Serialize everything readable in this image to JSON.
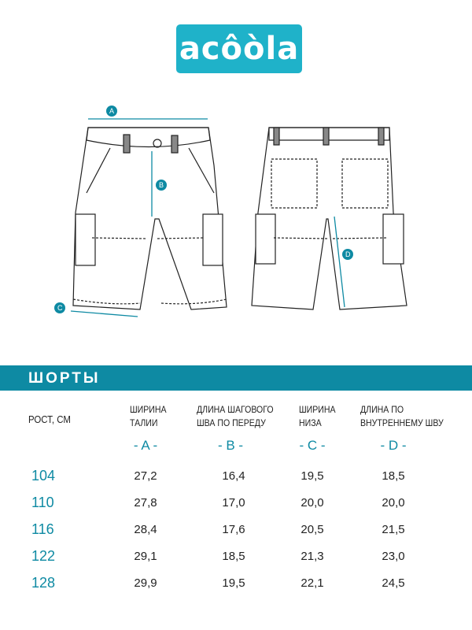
{
  "brand": {
    "logo_text": "acôòla",
    "color": "#1fb2c9"
  },
  "markers": [
    "A",
    "B",
    "C",
    "D"
  ],
  "section_title": "ШОРТЫ",
  "accent_color": "#0e8aa3",
  "table": {
    "size_header": "РОСТ, СМ",
    "columns": [
      {
        "title_line1": "ШИРИНА",
        "title_line2": "ТАЛИИ",
        "letter": "- A -"
      },
      {
        "title_line1": "ДЛИНА ШАГОВОГО",
        "title_line2": "ШВА ПО ПЕРЕДУ",
        "letter": "- B -"
      },
      {
        "title_line1": "ШИРИНА",
        "title_line2": "НИЗА",
        "letter": "- C -"
      },
      {
        "title_line1": "ДЛИНА ПО",
        "title_line2": "ВНУТРЕННЕМУ ШВУ",
        "letter": "- D -"
      }
    ],
    "rows": [
      {
        "size": "104",
        "values": [
          "27,2",
          "16,4",
          "19,5",
          "18,5"
        ]
      },
      {
        "size": "110",
        "values": [
          "27,8",
          "17,0",
          "20,0",
          "20,0"
        ]
      },
      {
        "size": "116",
        "values": [
          "28,4",
          "17,6",
          "20,5",
          "21,5"
        ]
      },
      {
        "size": "122",
        "values": [
          "29,1",
          "18,5",
          "21,3",
          "23,0"
        ]
      },
      {
        "size": "128",
        "values": [
          "29,9",
          "19,5",
          "22,1",
          "24,5"
        ]
      }
    ]
  }
}
